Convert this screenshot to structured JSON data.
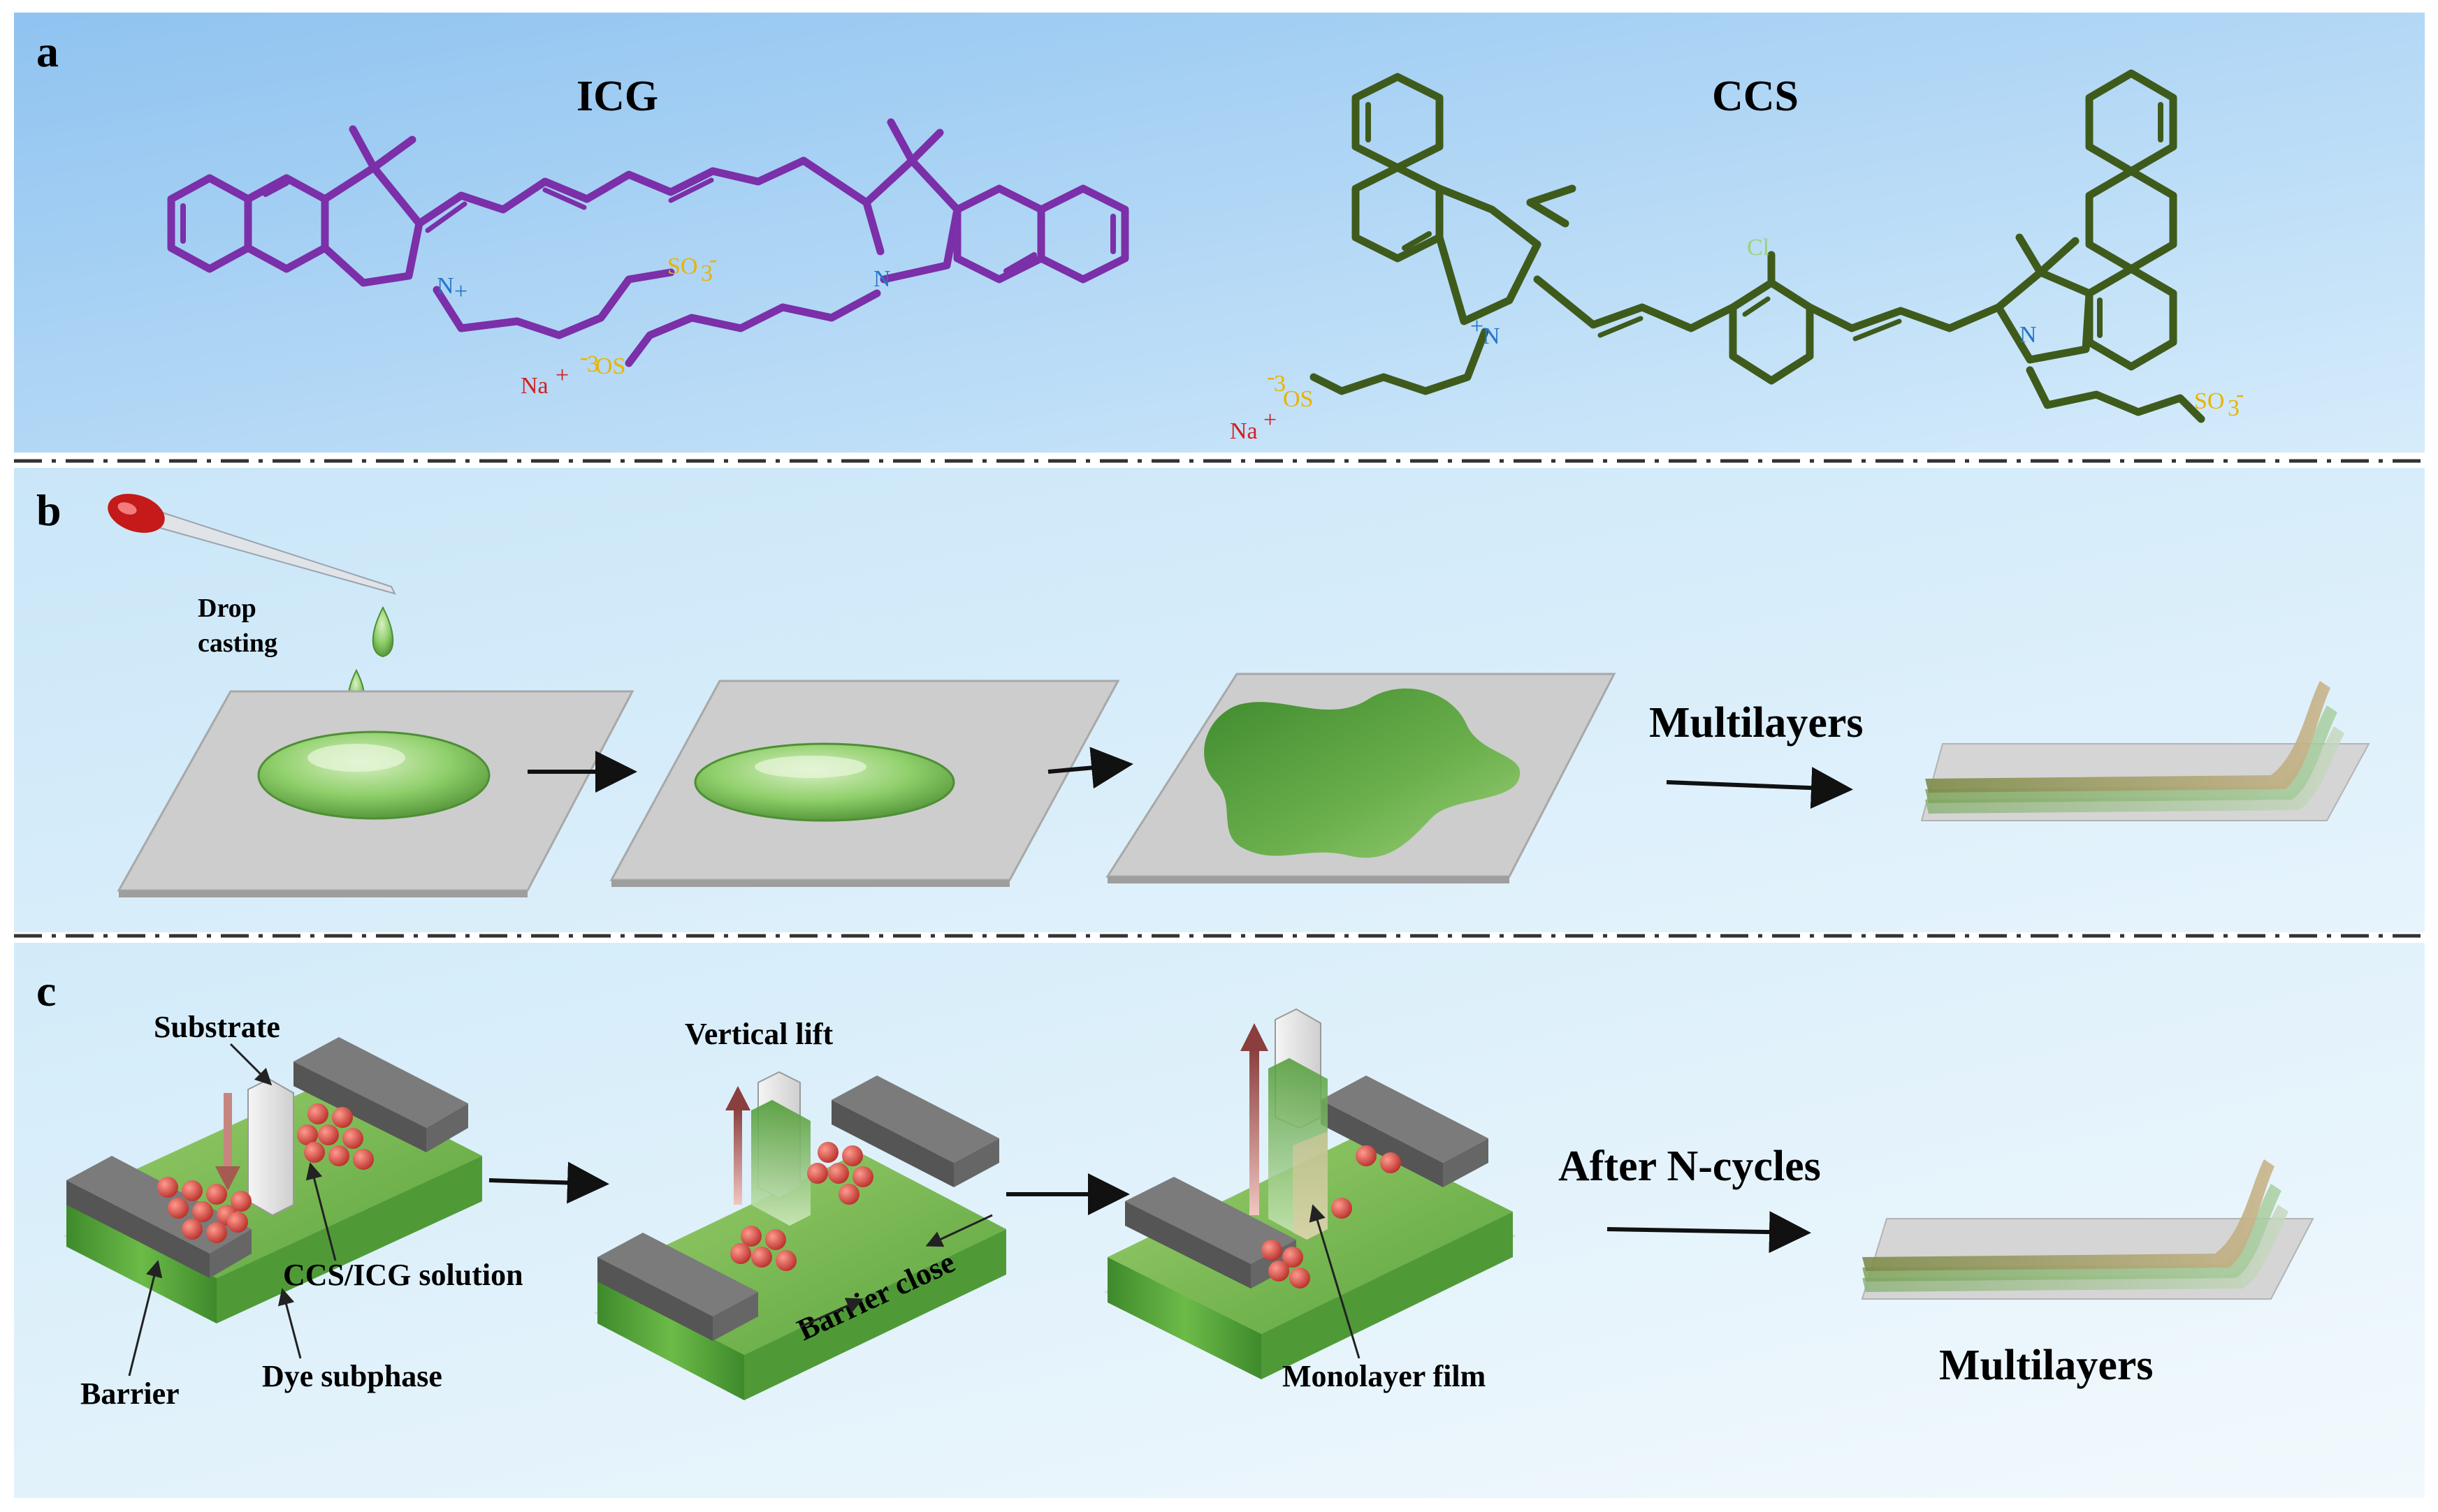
{
  "panels": {
    "a": {
      "letter": "a",
      "molecule_left": {
        "name": "ICG",
        "cation_n": "N",
        "cation_charge": "+",
        "neutral_n": "N",
        "sulfonate_1": "SO",
        "sulfonate_1_sub": "3",
        "sulfonate_1_sup": "-",
        "sulfonate_2": "OS",
        "sulfonate_2_sup": "-",
        "sulfonate_2_sub": "3",
        "counterion": "Na",
        "counterion_sup": "+"
      },
      "molecule_right": {
        "name": "CCS",
        "chloro": "Cl",
        "cation_n": "N",
        "cation_charge": "+",
        "neutral_n": "N",
        "sulfonate_1": "OS",
        "sulfonate_1_sup": "-",
        "sulfonate_1_sub": "3",
        "sulfonate_2": "SO",
        "sulfonate_2_sub": "3",
        "sulfonate_2_sup": "-",
        "counterion": "Na",
        "counterion_sup": "+"
      }
    },
    "b": {
      "letter": "b",
      "drop_casting_line1": "Drop",
      "drop_casting_line2": "casting",
      "multilayers_arrow_label": "Multilayers"
    },
    "c": {
      "letter": "c",
      "substrate_label": "Substrate",
      "ccs_icg_label": "CCS/ICG solution",
      "barrier_label": "Barrier",
      "dye_subphase_label": "Dye subphase",
      "vertical_lift_label": "Vertical lift",
      "barrier_close_label": "Barrier close",
      "monolayer_label": "Monolayer film",
      "after_cycles_label": "After N-cycles",
      "multilayers_label": "Multilayers"
    }
  },
  "colors": {
    "icg_structure": "#7b2fa8",
    "ccs_structure": "#3e5b1c",
    "nitrogen": "#2677c9",
    "sulfonate": "#e8b400",
    "sodium": "#d31f1f",
    "chlorine": "#9bd27a",
    "dye_green": "#6aa84f",
    "substrate_grey": "#c8c8c8",
    "bead_red": "#d8443c"
  }
}
